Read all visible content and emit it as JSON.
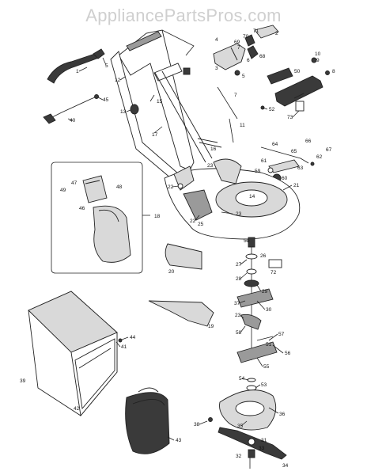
{
  "watermark": "AppliancePartsPros.com",
  "colors": {
    "part_dark": "#3a3a3a",
    "part_mid": "#9a9a9a",
    "part_light": "#d9d9d9",
    "line": "#222222"
  },
  "labels": {
    "l1": "1",
    "l2": "2",
    "l3": "3",
    "l4": "4",
    "l5a": "5",
    "l5b": "5",
    "l6": "6",
    "l7a": "7",
    "l7b": "7",
    "l8": "8",
    "l9": "9",
    "l10": "10",
    "l11": "11",
    "l12": "12",
    "l13": "13",
    "l14": "14",
    "l15": "15",
    "l16": "16",
    "l17": "17",
    "l18": "18",
    "l19": "19",
    "l20": "20",
    "l21": "21",
    "l22a": "22",
    "l22b": "22",
    "l23a": "23",
    "l23b": "23",
    "l23c": "23",
    "l25": "25",
    "l26": "26",
    "l27": "27",
    "l28": "28",
    "l29": "29",
    "l30": "30",
    "l31": "31",
    "l32": "32",
    "l33": "33",
    "l34": "34",
    "l35": "35",
    "l36": "36",
    "l37": "37",
    "l38": "38",
    "l39": "39",
    "l40": "40",
    "l41": "41",
    "l42": "42",
    "l43": "43",
    "l44": "44",
    "l45": "45",
    "l46": "46",
    "l47": "47",
    "l48": "48",
    "l49": "49",
    "l50": "50",
    "l51a": "51",
    "l51b": "51",
    "l52": "52",
    "l53": "53",
    "l54": "54",
    "l55": "55",
    "l56": "56",
    "l57": "57",
    "l58": "58",
    "l59": "59",
    "l60": "60",
    "l61": "61",
    "l62": "62",
    "l63": "63",
    "l64": "64",
    "l65": "65",
    "l66": "66",
    "l67": "67",
    "l68": "68",
    "l69": "69",
    "l70": "70",
    "l71": "71",
    "l72": "72",
    "l73": "73"
  }
}
